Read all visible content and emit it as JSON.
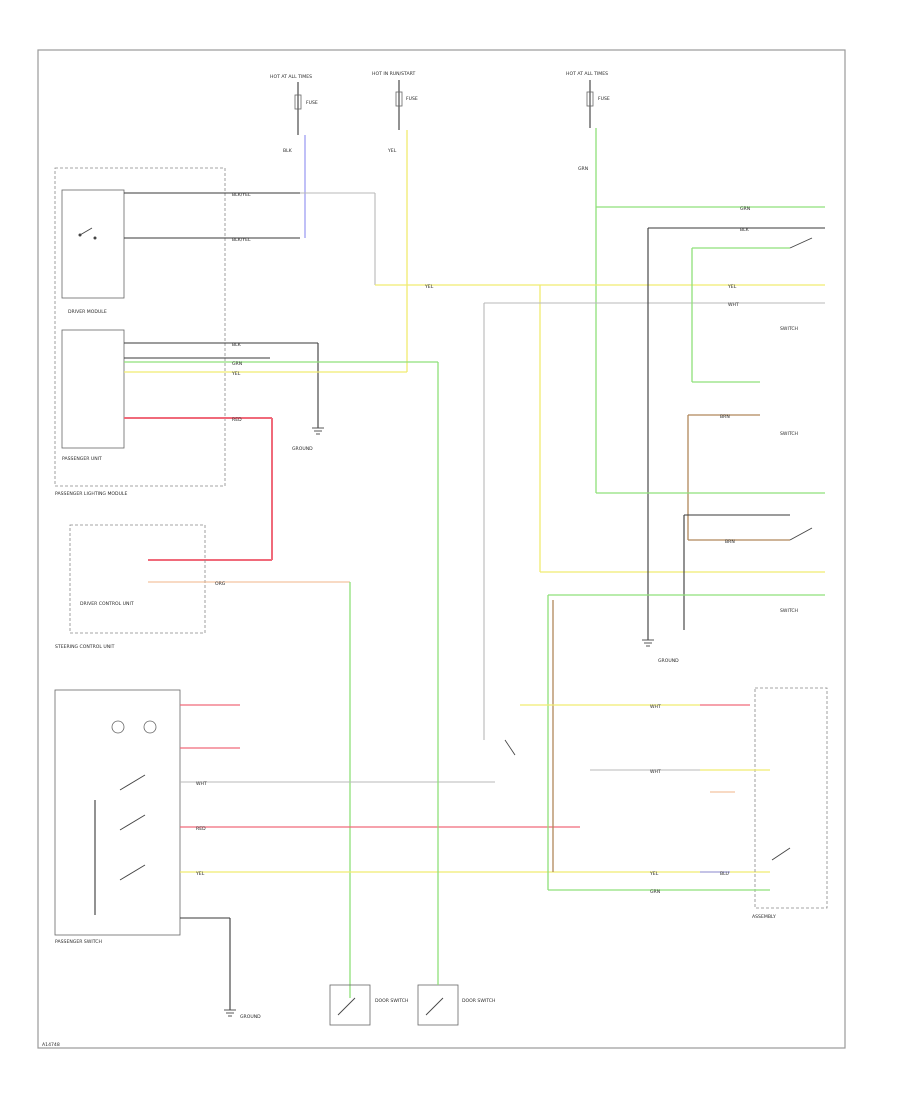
{
  "diagram": {
    "footer_code": "A14748",
    "labels": {
      "hot_top_a": "HOT AT ALL TIMES",
      "hot_top_b": "HOT IN RUN/START",
      "hot_top_c": "HOT AT ALL TIMES",
      "fuse_a": "FUSE",
      "fuse_b": "FUSE",
      "fuse_c": "FUSE",
      "blk_a": "BLK",
      "blk_b": "BLK",
      "blk_c": "BLK",
      "driver_module": "DRIVER MODULE",
      "passenger_unit": "PASSENGER UNIT",
      "passenger_module_text": "PASSENGER LIGHTING MODULE",
      "driver_control_unit": "DRIVER CONTROL UNIT",
      "steering_unit": "STEERING CONTROL UNIT",
      "passenger_switch": "PASSENGER SWITCH",
      "ground_a": "GROUND",
      "ground_b": "GROUND",
      "ground_c": "GROUND",
      "door_switch_a": "DOOR SWITCH",
      "door_switch_b": "DOOR SWITCH",
      "right_switch_1": "SWITCH",
      "right_switch_2": "SWITCH",
      "right_switch_3": "SWITCH",
      "right_assembly": "ASSEMBLY",
      "wire_blk_yel": "BLK/YEL",
      "wire_yel": "YEL",
      "wire_grn": "GRN",
      "wire_red": "RED",
      "wire_org": "ORG",
      "wire_brn": "BRN",
      "wire_wht": "WHT",
      "wire_blu": "BLU"
    }
  }
}
